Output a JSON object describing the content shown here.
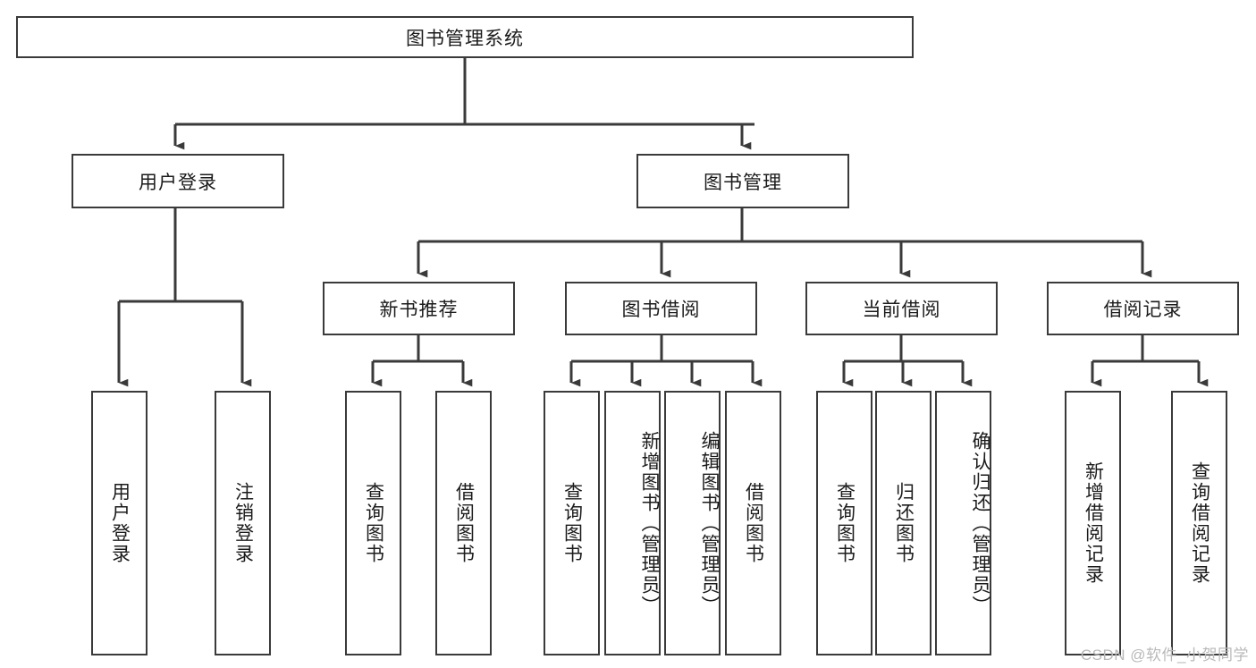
{
  "diagram": {
    "type": "tree-hierarchy-diagram",
    "title": "图书管理系统",
    "root": {
      "id": "root",
      "label": "图书管理系统"
    },
    "level2": [
      {
        "id": "user-login",
        "label": "用户登录"
      },
      {
        "id": "book-management",
        "label": "图书管理"
      }
    ],
    "level3": [
      {
        "id": "new-book-recommend",
        "label": "新书推荐",
        "parent": "book-management"
      },
      {
        "id": "book-borrow",
        "label": "图书借阅",
        "parent": "book-management"
      },
      {
        "id": "current-borrow",
        "label": "当前借阅",
        "parent": "book-management"
      },
      {
        "id": "borrow-record",
        "label": "借阅记录",
        "parent": "book-management"
      }
    ],
    "leaves": {
      "user_login": [
        {
          "id": "leaf-user-login",
          "label": "用户登录"
        },
        {
          "id": "leaf-logout-login",
          "label": "注销登录"
        }
      ],
      "new_book_recommend": [
        {
          "id": "leaf-query-book-1",
          "label": "查询图书"
        },
        {
          "id": "leaf-borrow-book-1",
          "label": "借阅图书"
        }
      ],
      "book_borrow": [
        {
          "id": "leaf-query-book-2",
          "label": "查询图书"
        },
        {
          "id": "leaf-add-book",
          "label": "新增图书（管理员）"
        },
        {
          "id": "leaf-edit-book",
          "label": "编辑图书（管理员）"
        },
        {
          "id": "leaf-borrow-book-2",
          "label": "借阅图书"
        }
      ],
      "current_borrow": [
        {
          "id": "leaf-query-book-3",
          "label": "查询图书"
        },
        {
          "id": "leaf-return-book",
          "label": "归还图书"
        },
        {
          "id": "leaf-confirm-return",
          "label": "确认归还（管理员）"
        }
      ],
      "borrow_record": [
        {
          "id": "leaf-add-record",
          "label": "新增借阅记录"
        },
        {
          "id": "leaf-query-record",
          "label": "查询借阅记录"
        }
      ]
    }
  },
  "watermark": {
    "text": "CSDN @软件_小贺同学"
  },
  "colors": {
    "stroke": "#3a3a3a",
    "text": "#1b1b1b",
    "background": "#ffffff",
    "watermark": "#b9b9b9"
  }
}
